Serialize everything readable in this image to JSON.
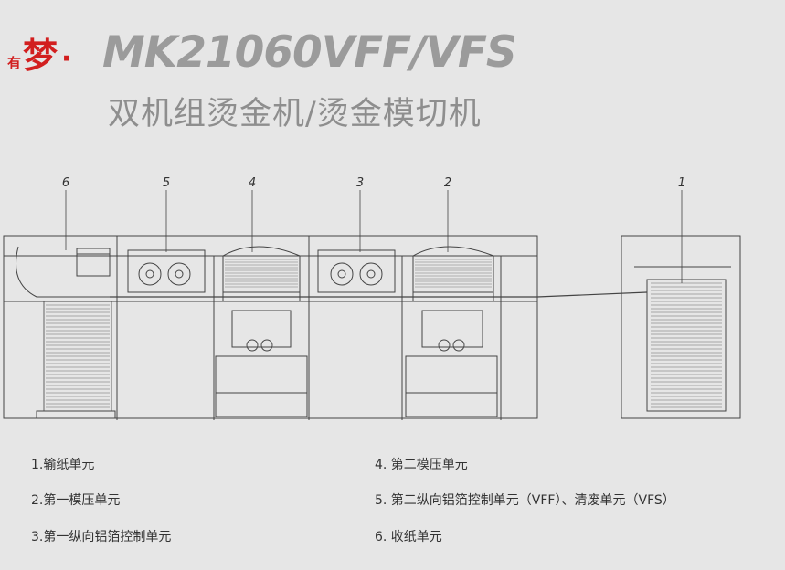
{
  "brand": {
    "small_char": "有",
    "big_char": "梦",
    "dot": "·"
  },
  "model": "MK21060VFF/VFS",
  "subtitle": "双机组烫金机/烫金模切机",
  "callouts": [
    "6",
    "5",
    "4",
    "3",
    "2",
    "1"
  ],
  "legend": [
    "1.输纸单元",
    "2.第一模压单元",
    "3.第一纵向铝箔控制单元",
    "4. 第二模压单元",
    "5. 第二纵向铝箔控制单元（VFF）、清废单元（VFS）",
    "6. 收纸单元"
  ],
  "colors": {
    "accent_red": "#d21f1f",
    "title_gray": "#9b9b9b",
    "background": "#e6e6e6",
    "line": "#444444"
  }
}
